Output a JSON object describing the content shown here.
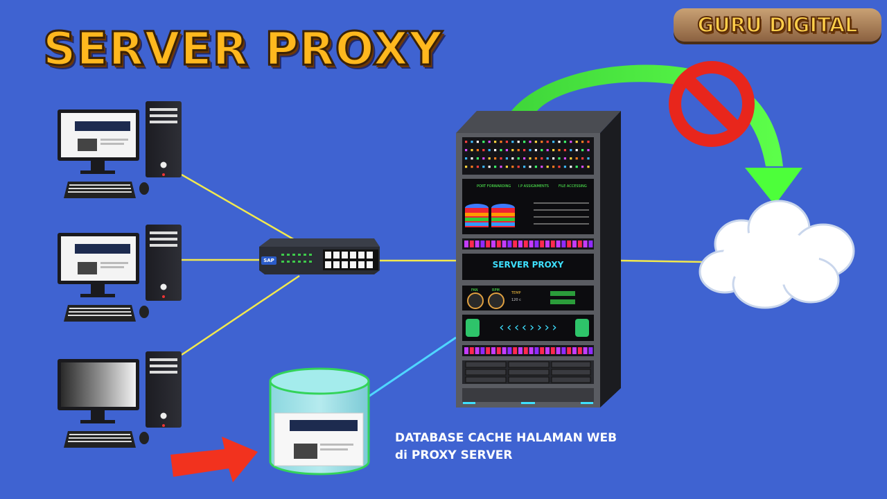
{
  "title": "SERVER PROXY",
  "brand": "GURU DIGITAL",
  "server_label": "SERVER PROXY",
  "switch_badge": "SAP",
  "cache_caption": {
    "line1": "DATABASE CACHE HALAMAN WEB",
    "line2": "di PROXY SERVER"
  },
  "panel_labels": {
    "port": "PORT FORWARDING",
    "ip": "I.P ASSIGNMENTS",
    "file": "FILE ACCESSING",
    "fan": "FAN",
    "rpm": "RPM",
    "temp": "TEMP",
    "temp_value": "120 c"
  },
  "colors": {
    "background": "#3f63d1",
    "link": "#f2e94e",
    "cache_link": "#4fd6ff",
    "arrow_allowed": "#4dff3a",
    "arrow_request": "#f2321e",
    "blocked": "#e8261c",
    "cloud": "#ffffff"
  },
  "icons": [
    "desktop-computer-icon",
    "network-switch-icon",
    "server-rack-icon",
    "cloud-icon",
    "blocked-sign-icon",
    "database-icon"
  ]
}
